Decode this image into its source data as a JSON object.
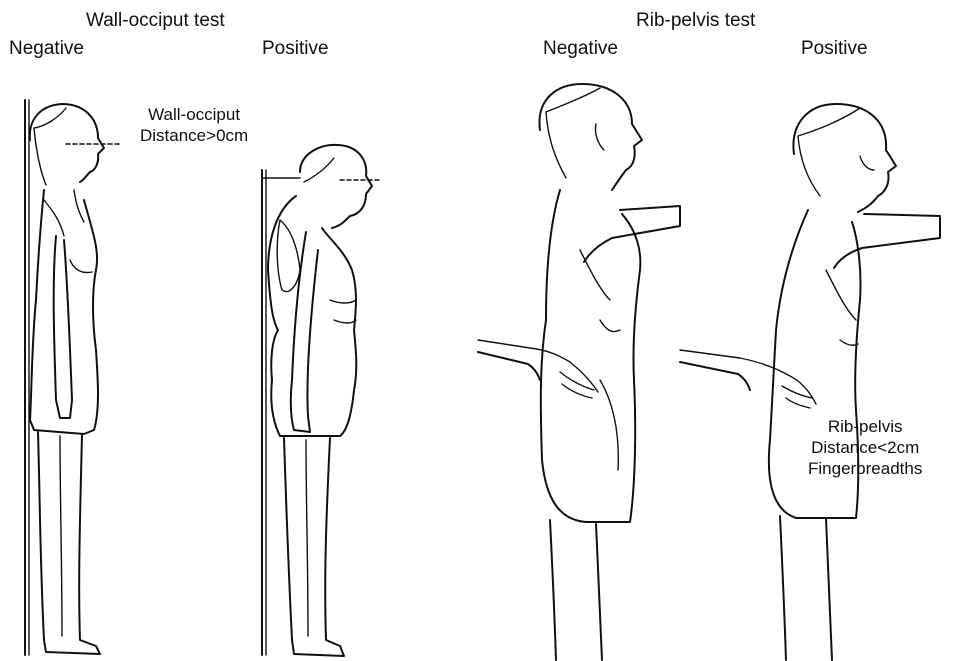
{
  "wall_test": {
    "title": "Wall-occiput test",
    "negative": "Negative",
    "positive": "Positive",
    "annotation_line1": "Wall-occiput",
    "annotation_line2": "Distance>0cm"
  },
  "rib_test": {
    "title": "Rib-pelvis test",
    "negative": "Negative",
    "positive": "Positive",
    "annotation_line1": "Rib-pelvis",
    "annotation_line2": "Distance<2cm",
    "annotation_line3": "Fingerbreadths"
  }
}
